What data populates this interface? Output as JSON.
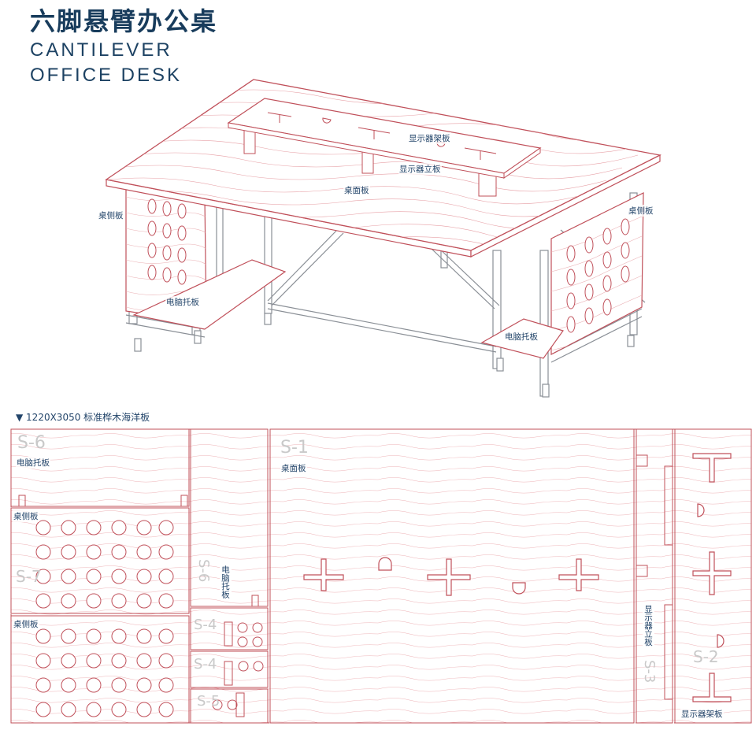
{
  "title": {
    "cn": "六脚悬臂办公桌",
    "en_line1": "CANTILEVER",
    "en_line2": "OFFICE DESK"
  },
  "iso_labels": {
    "monitor_shelf": "显示器架板",
    "monitor_stand": "显示器立板",
    "desktop": "桌面板",
    "side_left": "桌侧板",
    "side_right": "桌侧板",
    "pc_tray_left": "电脑托板",
    "pc_tray_right": "电脑托板"
  },
  "sheet": {
    "caption": "▼ 1220X3050 标准桦木海洋板",
    "parts": {
      "s6_label": "电脑托板",
      "s6_id": "S-6",
      "s7a_label": "桌侧板",
      "s7b_label": "桌侧板",
      "s6b_label": "电脑托板",
      "s6b_id": "S-6",
      "s1_label": "桌面板",
      "s1_id": "S-1",
      "s3_label": "显示器立板",
      "s3_id": "S-3",
      "s2_label": "显示器架板",
      "s2_id": "S-2",
      "s4a_id": "S-4",
      "s4b_id": "S-4",
      "s5_id": "S-5",
      "s7_id": "S-7"
    }
  },
  "colors": {
    "outline": "#c0505a",
    "grain": "#e7a0a6",
    "frame": "#7a7f86",
    "text": "#23456a"
  }
}
